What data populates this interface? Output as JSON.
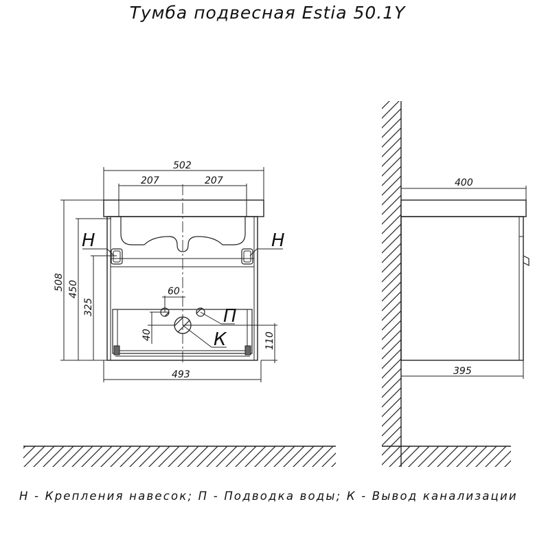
{
  "title": "Тумба подвесная Estia 50.1Y",
  "legend": "Н - Крепления навесок; П - Подводка воды; К - Вывод канализации",
  "front_view": {
    "dims": {
      "overall_width": "502",
      "half_left": "207",
      "half_right": "207",
      "height_total": "508",
      "height_mount": "450",
      "height_water": "325",
      "offset_60": "60",
      "offset_40": "40",
      "offset_110": "110",
      "bottom_width": "493"
    },
    "markers": {
      "mount_left": "Н",
      "mount_right": "Н",
      "water": "П",
      "drain": "К"
    }
  },
  "side_view": {
    "dims": {
      "top_depth": "400",
      "bottom_depth": "395"
    }
  }
}
